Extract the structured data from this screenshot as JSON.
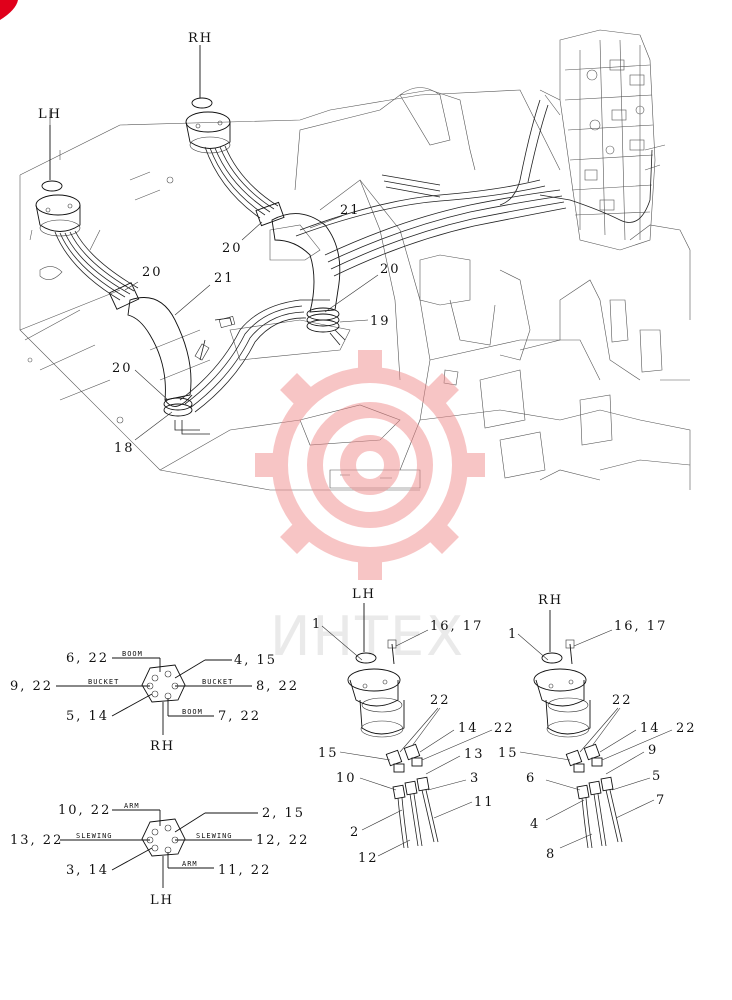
{
  "watermark": {
    "text": "ИНТЕХ",
    "color": "#f08c8c"
  },
  "corner_mark_color": "#e0001b",
  "main": {
    "lh": "LH",
    "rh": "RH",
    "callouts": {
      "c20a": "20",
      "c21a": "21",
      "c20b": "20",
      "c21b": "21",
      "c20c": "20",
      "c20d": "20",
      "c19": "19",
      "c18": "18"
    }
  },
  "diagram_rh": {
    "bottom_label": "RH",
    "boom_top": "BOOM",
    "bucket_left": "BUCKET",
    "bucket_right": "BUCKET",
    "boom_bottom": "BOOM",
    "l_6_22": "6, 22",
    "l_9_22": "9, 22",
    "l_5_14": "5, 14",
    "l_4_15": "4, 15",
    "l_8_22": "8, 22",
    "l_7_22": "7, 22"
  },
  "diagram_lh": {
    "bottom_label": "LH",
    "arm_top": "ARM",
    "slewing_left": "SLEWING",
    "slewing_right": "SLEWING",
    "arm_bottom": "ARM",
    "l_10_22": "10, 22",
    "l_13_22": "13, 22",
    "l_3_14": "3, 14",
    "l_2_15": "2, 15",
    "l_12_22": "12, 22",
    "l_11_22": "11, 22"
  },
  "detail_lh": {
    "title": "LH",
    "n1": "1",
    "n16_17": "16, 17",
    "n22a": "22",
    "n14": "14",
    "n22b": "22",
    "n15": "15",
    "n13": "13",
    "n10": "10",
    "n3": "3",
    "n11": "11",
    "n2": "2",
    "n12": "12"
  },
  "detail_rh": {
    "title": "RH",
    "n1": "1",
    "n16_17": "16, 17",
    "n22a": "22",
    "n14": "14",
    "n22b": "22",
    "n15": "15",
    "n9": "9",
    "n6": "6",
    "n5": "5",
    "n4": "4",
    "n7": "7",
    "n8": "8"
  }
}
